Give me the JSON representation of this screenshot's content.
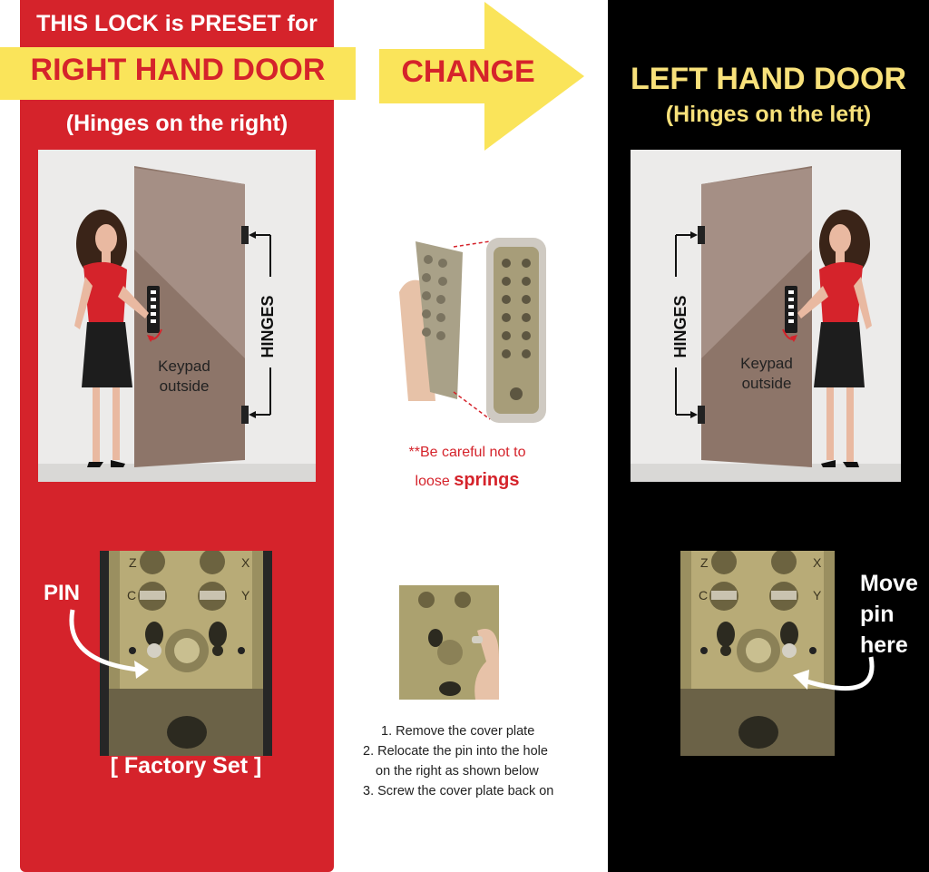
{
  "left": {
    "preset_text": "THIS LOCK is PRESET  for",
    "door_label": "RIGHT HAND DOOR",
    "hinge_note": "(Hinges on the right)",
    "hinges_label": "HINGES",
    "keypad_label_1": "Keypad",
    "keypad_label_2": "outside",
    "pin_label": "PIN",
    "factory_label": "[ Factory Set ]"
  },
  "middle": {
    "change_label": "CHANGE",
    "warning_1": "**Be careful not to",
    "warning_2_prefix": "loose ",
    "warning_2_bold": "springs",
    "steps": [
      "1. Remove the cover plate",
      "2. Relocate the pin into the hole",
      "on the right as shown below",
      "3. Screw the cover plate back on"
    ]
  },
  "right": {
    "door_label": "LEFT HAND DOOR",
    "hinge_note": "(Hinges on the left)",
    "hinges_label": "HINGES",
    "keypad_label_1": "Keypad",
    "keypad_label_2": "outside",
    "move_1": "Move",
    "move_2": "pin",
    "move_3": "here"
  },
  "lock_letters": {
    "z": "Z",
    "x": "X",
    "c": "C",
    "y": "Y"
  },
  "colors": {
    "red": "#d5232b",
    "yellow": "#fae45a",
    "black": "#000000",
    "gold_text": "#f8e17a"
  }
}
